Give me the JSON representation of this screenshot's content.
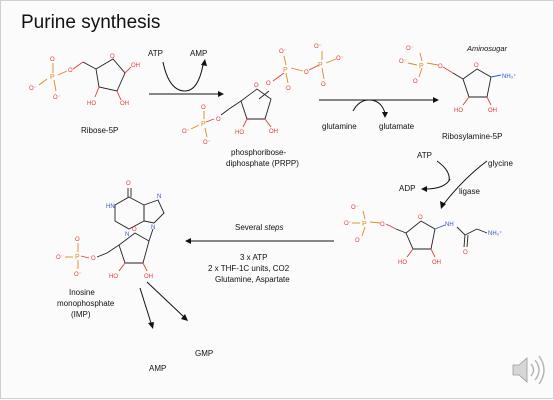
{
  "title": "Purine synthesis",
  "labels": {
    "atp1": "ATP",
    "amp1": "AMP",
    "ribose5p": "Ribose-5P",
    "prpp1": "phosphoribose-",
    "prpp2": "diphosphate (PRPP)",
    "glutamine": "glutamine",
    "glutamate": "glutamate",
    "aminosugar": "Aminosugar",
    "ribosylamine": "Ribosylamine-5P",
    "atp2": "ATP",
    "glycine": "glycine",
    "adp": "ADP",
    "ligase": "ligase",
    "several": "Several",
    "steps": "steps",
    "req1": "3 x ATP",
    "req2": "2 x THF-1C units, CO2",
    "req3": "Glutamine,  Aspartate",
    "imp1": "Inosine",
    "imp2": "monophosphate",
    "imp3": "(IMP)",
    "amp2": "AMP",
    "gmp": "GMP"
  },
  "atoms": {
    "o": "O",
    "om": "O⁻",
    "p": "P",
    "oh": "OH",
    "ho": "HO",
    "nh": "NH",
    "nh3": "NH₃⁺",
    "n": "N",
    "hn": "HN"
  },
  "icons": {
    "speaker": "speaker-icon"
  }
}
